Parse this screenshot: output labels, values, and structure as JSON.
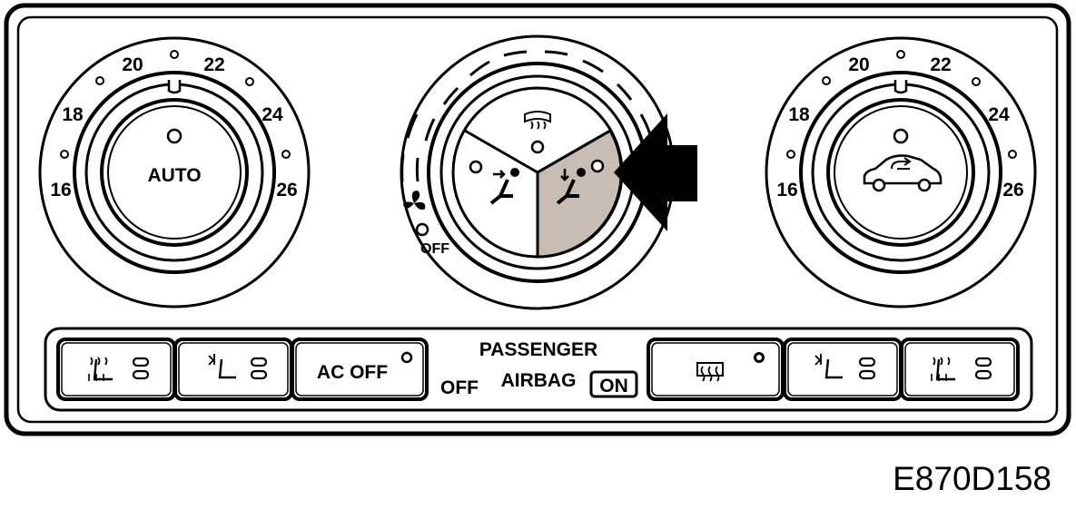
{
  "left_dial": {
    "temps": [
      "16",
      "18",
      "20",
      "22",
      "24",
      "26"
    ],
    "center_label": "AUTO"
  },
  "right_dial": {
    "temps": [
      "16",
      "18",
      "20",
      "22",
      "24",
      "26"
    ],
    "center_icon": "recirculation-car-icon"
  },
  "center_dial": {
    "off_label": "OFF",
    "fan_icon": "fan-icon",
    "segments": [
      {
        "icon": "windscreen-defrost-icon",
        "highlighted": false
      },
      {
        "icon": "face-vent-icon",
        "highlighted": false
      },
      {
        "icon": "feet-vent-icon",
        "highlighted": true
      }
    ],
    "highlight_color": "#c8bdb5"
  },
  "buttons": {
    "driver_heated_seat_icon": "heated-seat-icon",
    "driver_cooled_seat_icon": "cooled-seat-icon",
    "ac_off": "AC OFF",
    "rear_defrost_icon": "rear-window-defrost-icon",
    "passenger_cooled_seat_icon": "cooled-seat-icon",
    "passenger_heated_seat_icon": "heated-seat-icon"
  },
  "airbag": {
    "line1": "PASSENGER",
    "off": "OFF",
    "airbag": "AIRBAG",
    "on": "ON"
  },
  "reference": "E870D158"
}
